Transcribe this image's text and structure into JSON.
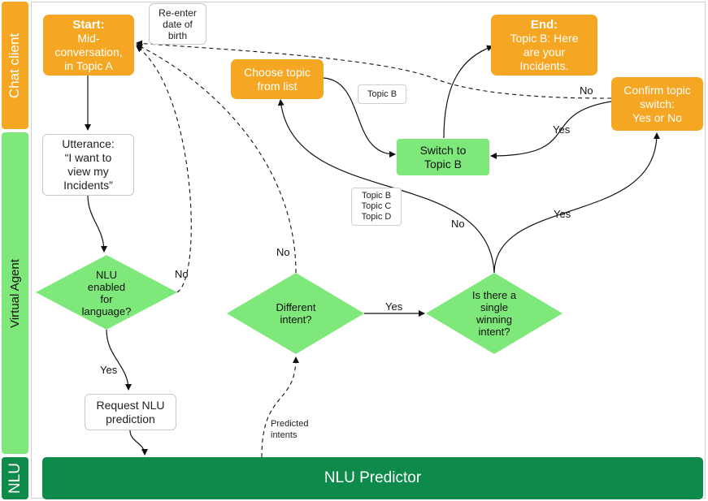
{
  "lanes": {
    "chat_client": "Chat client",
    "virtual_agent": "Virtual Agent",
    "nlu": "NLU"
  },
  "nodes": {
    "start": {
      "title": "Start:",
      "line1": "Mid-",
      "line2": "conversation,",
      "line3": "in Topic A"
    },
    "reenter": {
      "line1": "Re-enter",
      "line2": "date of",
      "line3": "birth"
    },
    "choose_topic": {
      "line1": "Choose topic",
      "line2": "from list"
    },
    "end": {
      "title": "End:",
      "line1": "Topic B:  Here",
      "line2": "are your",
      "line3": "Incidents."
    },
    "confirm": {
      "line1": "Confirm topic",
      "line2": "switch:",
      "line3": "Yes or No"
    },
    "utterance": {
      "line1": "Utterance:",
      "line2": "“I want to",
      "line3": "view my",
      "line4": "Incidents”"
    },
    "switch_topic": {
      "line1": "Switch to",
      "line2": "Topic B"
    },
    "nlu_enabled": {
      "line1": "NLU",
      "line2": "enabled",
      "line3": "for",
      "line4": "language?"
    },
    "different_intent": {
      "line1": "Different",
      "line2": "intent?"
    },
    "single_winning": {
      "line1": "Is there a",
      "line2": "single",
      "line3": "winning",
      "line4": "intent?"
    },
    "request_nlu": {
      "line1": "Request NLU",
      "line2": "prediction"
    },
    "nlu_predictor": "NLU Predictor"
  },
  "labels": {
    "topic_b": "Topic B",
    "topics_list": {
      "line1": "Topic B",
      "line2": "Topic C",
      "line3": "Topic D"
    },
    "predicted_intents": {
      "line1": "Predicted",
      "line2": "intents"
    }
  },
  "edge_labels": {
    "no_confirm": "No",
    "yes_confirm": "Yes",
    "no_nlu": "No",
    "yes_nlu": "Yes",
    "no_different": "No",
    "yes_different": "Yes",
    "no_winning": "No",
    "yes_winning": "Yes"
  },
  "colors": {
    "orange": "#f5a623",
    "light_green": "#7ee87a",
    "dark_green": "#0e8a4a"
  }
}
